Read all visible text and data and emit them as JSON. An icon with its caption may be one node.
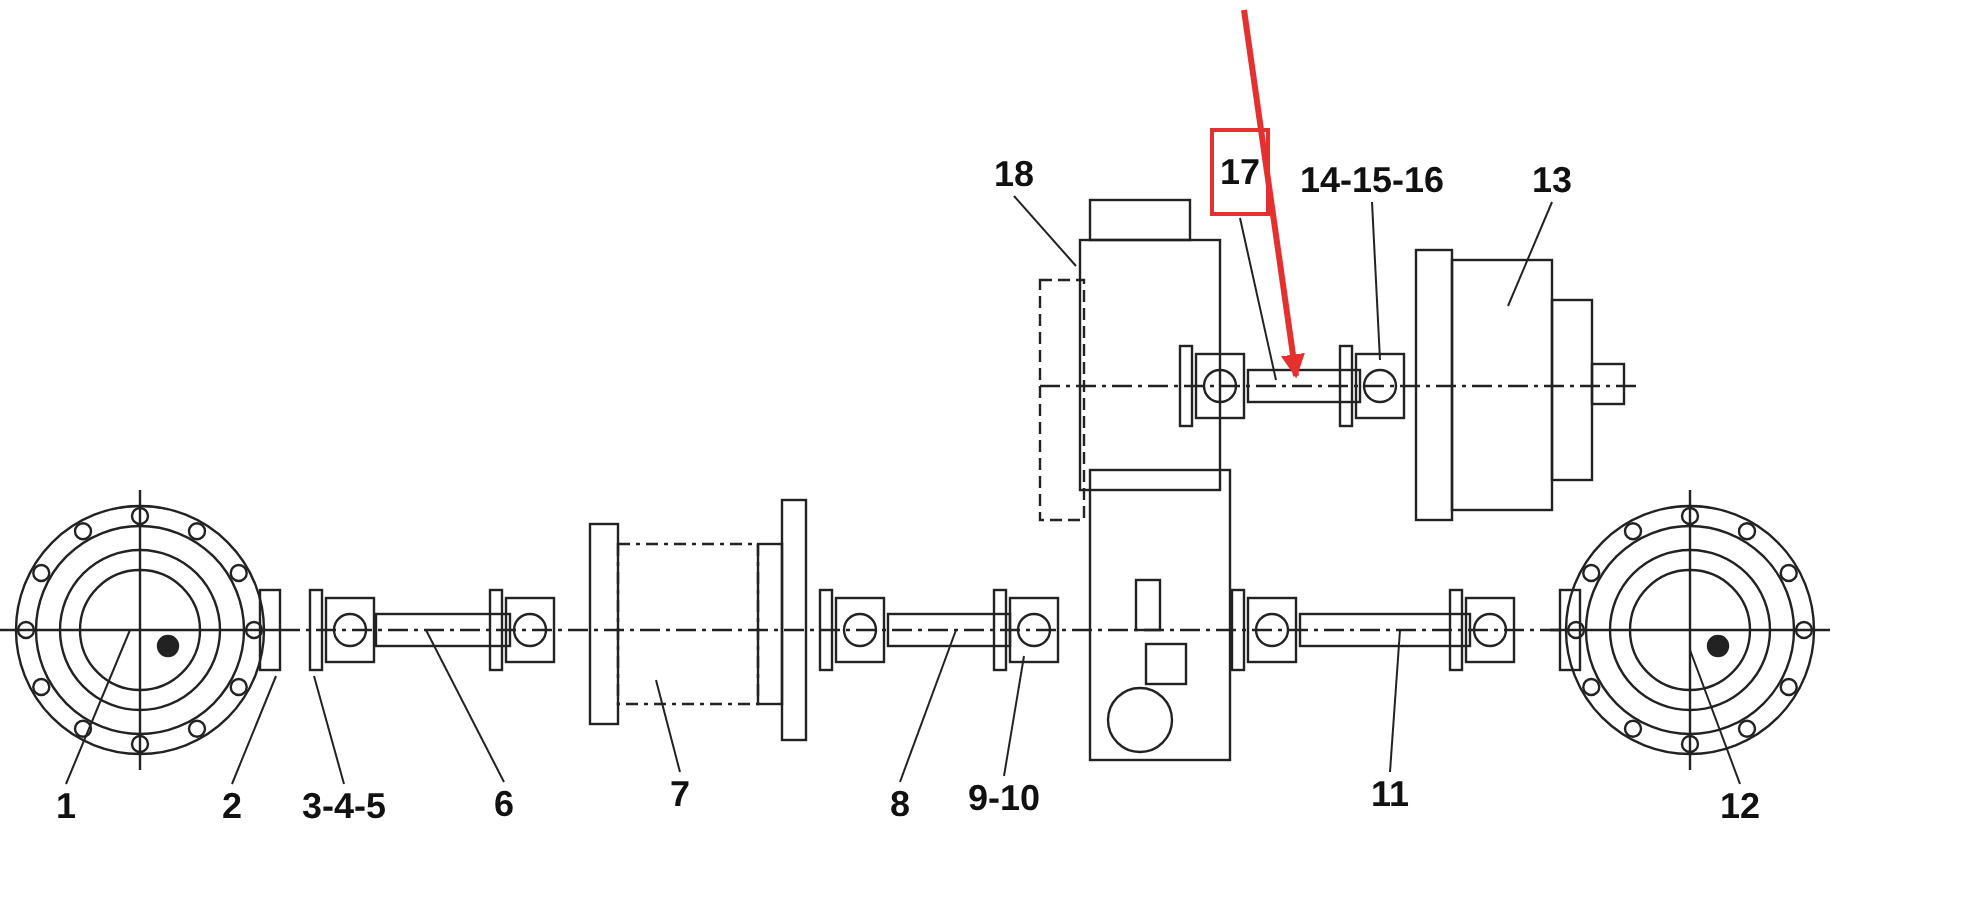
{
  "diagram": {
    "nodes": [
      {
        "text": [
          "1"
        ]
      },
      {
        "text": [
          "2"
        ]
      },
      {
        "text": [
          "3-4-5"
        ]
      },
      {
        "text": [
          "6"
        ]
      },
      {
        "text": [
          "7"
        ]
      },
      {
        "text": [
          "8"
        ]
      },
      {
        "text": [
          "9-10"
        ]
      },
      {
        "text": [
          "11"
        ]
      },
      {
        "text": [
          "12"
        ]
      },
      {
        "text": [
          "18"
        ]
      },
      {
        "text": [
          "17"
        ]
      },
      {
        "text": [
          "14-15-16"
        ]
      },
      {
        "text": [
          "13"
        ]
      }
    ],
    "edges": [
      {
        "from": 0,
        "to": null,
        "arrow": "none"
      },
      {
        "from": 1,
        "to": null,
        "arrow": "none"
      },
      {
        "from": 2,
        "to": null,
        "arrow": "none"
      },
      {
        "from": 3,
        "to": null,
        "arrow": "none"
      },
      {
        "from": 4,
        "to": null,
        "arrow": "none"
      },
      {
        "from": 5,
        "to": null,
        "arrow": "none"
      },
      {
        "from": 6,
        "to": null,
        "arrow": "none"
      },
      {
        "from": 7,
        "to": null,
        "arrow": "none"
      },
      {
        "from": 8,
        "to": null,
        "arrow": "none"
      },
      {
        "from": 9,
        "to": null,
        "arrow": "none"
      },
      {
        "from": 10,
        "to": null,
        "arrow": "none"
      },
      {
        "from": 11,
        "to": null,
        "arrow": "none"
      },
      {
        "from": 12,
        "to": null,
        "arrow": "none"
      }
    ]
  }
}
